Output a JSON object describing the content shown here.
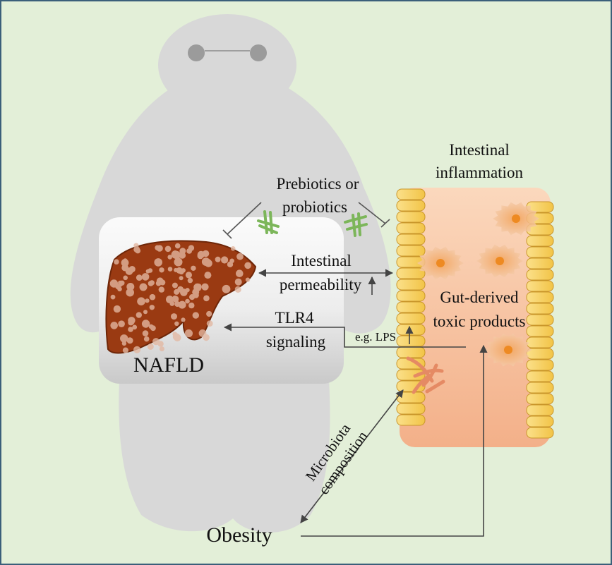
{
  "labels": {
    "prebiotics_line1": "Prebiotics or",
    "prebiotics_line2": "probiotics",
    "intestinal_inflammation_line1": "Intestinal",
    "intestinal_inflammation_line2": "inflammation",
    "permeability_line1": "Intestinal",
    "permeability_line2": "permeability",
    "tlr4_line1": "TLR4",
    "tlr4_line2": "signaling",
    "lps": "e.g. LPS",
    "gut_products_line1": "Gut-derived",
    "gut_products_line2": "toxic products",
    "nafld": "NAFLD",
    "microbiota_line1": "Microbiota",
    "microbiota_line2": "composition",
    "obesity": "Obesity"
  },
  "colors": {
    "background": "#e3efd8",
    "frame": "#3b5f7a",
    "body_silhouette": "#d8d8d8",
    "liver": "#9a3a12",
    "gut_tissue": "#f6c4a2",
    "epithelial_cell": "#f7d36a",
    "inflammatory_cell": "#e8a060",
    "blocker_pill": "#8cc46b",
    "arrow": "#444444"
  },
  "icons": [
    "blocker-pill-icon",
    "inflammatory-cell-icon",
    "bacteria-icon",
    "liver-icon",
    "body-silhouette"
  ]
}
